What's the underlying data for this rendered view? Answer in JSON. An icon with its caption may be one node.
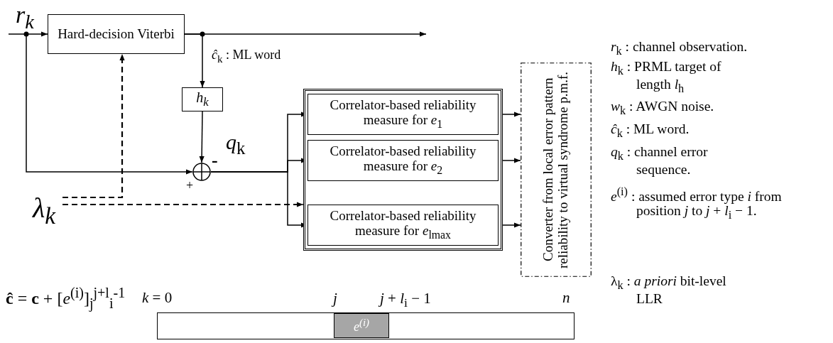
{
  "diagram": {
    "nodes": [
      {
        "text": [
          "r$_{k}$"
        ]
      },
      {
        "text": [
          "Hard-decision Viterbi"
        ]
      },
      {
        "text": [
          "h$_{k}$"
        ]
      },
      {
        "text": [],
        "shape": "circle"
      },
      {
        "text": [],
        "shape": "box"
      },
      {
        "text": [
          "Correlator-based reliability measure for *e*$_{1}$"
        ],
        "in": 4
      },
      {
        "text": [
          "Correlator-based reliability measure for *e*$_{2}$"
        ],
        "in": 4
      },
      {
        "text": [
          "Correlator-based reliability measure for *e*$_{lmax}$"
        ],
        "in": 4
      },
      {
        "text": [
          "Converter from local error pattern reliability to virtual syndrome p.m.f."
        ]
      },
      {
        "text": [
          "λ$_{k}$"
        ]
      },
      {
        "text": [],
        "shape": "bar",
        "beside": [
          "*k* = 0",
          "*n*"
        ]
      },
      {
        "text": [
          "*e*$^{(i)}$"
        ],
        "in": 10,
        "beside": [
          "*j*",
          "*j* + *l*$_{i}$ − 1"
        ]
      }
    ],
    "edges": [
      {
        "from": 0,
        "to": 1,
        "arrow": "to"
      },
      {
        "from": 0,
        "to": 3,
        "arrow": "to",
        "label": "+"
      },
      {
        "from": 1,
        "to": null,
        "arrow": "to"
      },
      {
        "from": 1,
        "to": 2,
        "arrow": "to"
      },
      {
        "from": 2,
        "to": 3,
        "arrow": "to",
        "label": "-"
      },
      {
        "from": 3,
        "to": 5,
        "arrow": "to"
      },
      {
        "from": 3,
        "to": 6,
        "arrow": "to"
      },
      {
        "from": 3,
        "to": 7,
        "arrow": "to"
      },
      {
        "from": 9,
        "to": 1,
        "arrow": "to",
        "style": "dashed"
      },
      {
        "from": 9,
        "to": 4,
        "arrow": "to",
        "style": "dashed"
      },
      {
        "from": 5,
        "to": 8,
        "arrow": "to"
      },
      {
        "from": 6,
        "to": 8,
        "arrow": "to"
      },
      {
        "from": 7,
        "to": 8,
        "arrow": "to"
      }
    ],
    "labels": [
      "*ĉ*$_{k}$ : ML word",
      "*q*$_{k}$",
      "*r*$_{k}$ : channel observation.",
      "*h*$_{k}$ : PRML target of length *l*$_{h}$",
      "*w*$_{k}$ : AWGN noise.",
      "*ĉ*$_{k}$ : ML word.",
      "*q*$_{k}$ : channel error sequence.",
      "*e*$^{(i)}$ : assumed error type *i* from position *j* to *j* + *l*$_{i}$ − 1.",
      "λ$_{k}$ : *a priori* bit-level LLR",
      "**ĉ** = **c** + [*e*$^{(i)}$]$_{j}$$^{j+l}$$_{i}$$^{-1}$"
    ]
  }
}
